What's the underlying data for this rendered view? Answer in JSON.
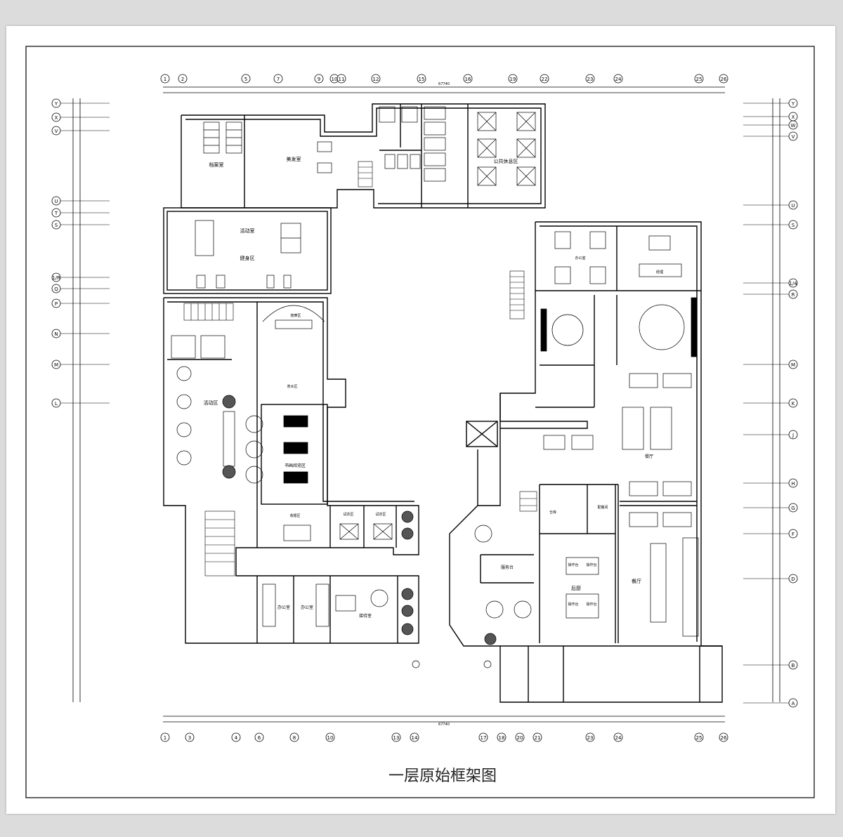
{
  "drawing": {
    "title": "一层原始框架图",
    "overall_dimension": "67740"
  },
  "top_axes": [
    "1",
    "2",
    "5",
    "7",
    "9",
    "10",
    "11",
    "12",
    "15",
    "16",
    "19",
    "22",
    "23",
    "24",
    "25",
    "26"
  ],
  "bottom_axes": [
    "1",
    "3",
    "4",
    "6",
    "8",
    "10",
    "13",
    "14",
    "17",
    "18",
    "20",
    "21",
    "23",
    "24",
    "25",
    "26"
  ],
  "left_axes": [
    "Y",
    "X",
    "V",
    "U",
    "T",
    "S",
    "1/R",
    "Q",
    "P",
    "N",
    "M",
    "L"
  ],
  "right_axes": [
    "Y",
    "X",
    "W",
    "V",
    "U",
    "S",
    "1/4",
    "R",
    "M",
    "K",
    "J",
    "H",
    "G",
    "F",
    "D",
    "B",
    "A"
  ],
  "rooms": {
    "archive": "档案室",
    "beauty": "美发室",
    "public_rest": "公共休息区",
    "activity_room": "活动室",
    "gym": "健身区",
    "office_top": "办公室",
    "manager": "经理",
    "massage": "按摩区",
    "activity_area": "活动区",
    "reading": "书画阅览区",
    "tea": "茶水区",
    "fitting1": "试衣区",
    "fitting2": "试衣区",
    "cashier": "收银区",
    "office1": "办公室",
    "office2": "办公室",
    "reception": "接待室",
    "service": "服务台",
    "kitchen": "后厨",
    "workbench1": "操作台",
    "workbench2": "操作台",
    "workbench3": "操作台",
    "workbench4": "操作台",
    "dining1": "餐厅",
    "dining2": "餐厅",
    "storage": "仓库",
    "pantry": "配餐间"
  }
}
